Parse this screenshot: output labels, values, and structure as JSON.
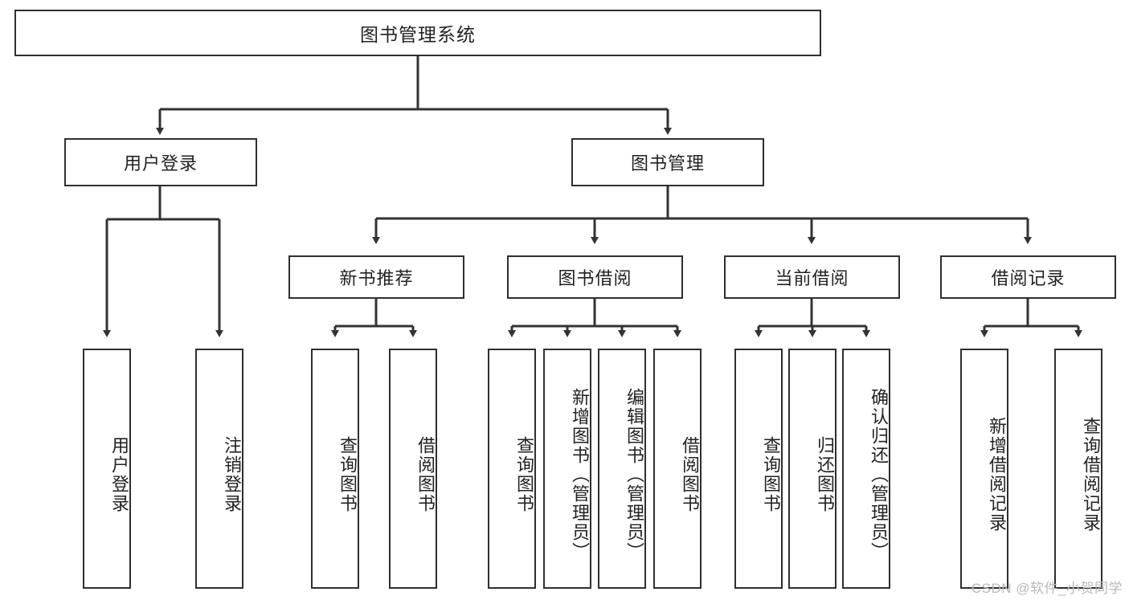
{
  "diagram": {
    "type": "tree-hierarchy",
    "title": "图书管理系统",
    "root": {
      "id": "root",
      "label": "图书管理系统"
    },
    "level2": [
      {
        "id": "user-login",
        "label": "用户登录"
      },
      {
        "id": "book-manage",
        "label": "图书管理"
      }
    ],
    "level3": [
      {
        "id": "new-book-rec",
        "label": "新书推荐",
        "parent": "book-manage"
      },
      {
        "id": "book-borrow",
        "label": "图书借阅",
        "parent": "book-manage"
      },
      {
        "id": "current-borrow",
        "label": "当前借阅",
        "parent": "book-manage"
      },
      {
        "id": "borrow-record",
        "label": "借阅记录",
        "parent": "book-manage"
      }
    ],
    "leaves": [
      {
        "id": "leaf-user-login",
        "label": "用户登录",
        "parent": "user-login"
      },
      {
        "id": "leaf-user-logout",
        "label": "注销登录",
        "parent": "user-login"
      },
      {
        "id": "leaf-query-book-1",
        "label": "查询图书",
        "parent": "new-book-rec"
      },
      {
        "id": "leaf-borrow-book-1",
        "label": "借阅图书",
        "parent": "new-book-rec"
      },
      {
        "id": "leaf-query-book-2",
        "label": "查询图书",
        "parent": "book-borrow"
      },
      {
        "id": "leaf-add-book",
        "label": "新增图书（管理员）",
        "parent": "book-borrow"
      },
      {
        "id": "leaf-edit-book",
        "label": "编辑图书（管理员）",
        "parent": "book-borrow"
      },
      {
        "id": "leaf-borrow-book-2",
        "label": "借阅图书",
        "parent": "book-borrow"
      },
      {
        "id": "leaf-query-book-3",
        "label": "查询图书",
        "parent": "current-borrow"
      },
      {
        "id": "leaf-return-book",
        "label": "归还图书",
        "parent": "current-borrow"
      },
      {
        "id": "leaf-confirm-return",
        "label": "确认归还（管理员）",
        "parent": "current-borrow"
      },
      {
        "id": "leaf-add-record",
        "label": "新增借阅记录",
        "parent": "borrow-record"
      },
      {
        "id": "leaf-query-record",
        "label": "查询借阅记录",
        "parent": "borrow-record"
      }
    ],
    "watermark": "CSDN @软件_小贺同学",
    "colors": {
      "box_border": "#2f2f2f",
      "box_fill": "#ffffff",
      "edge": "#333333",
      "text": "#222222",
      "watermark": "#b9b9b9",
      "background": "#ffffff"
    }
  }
}
